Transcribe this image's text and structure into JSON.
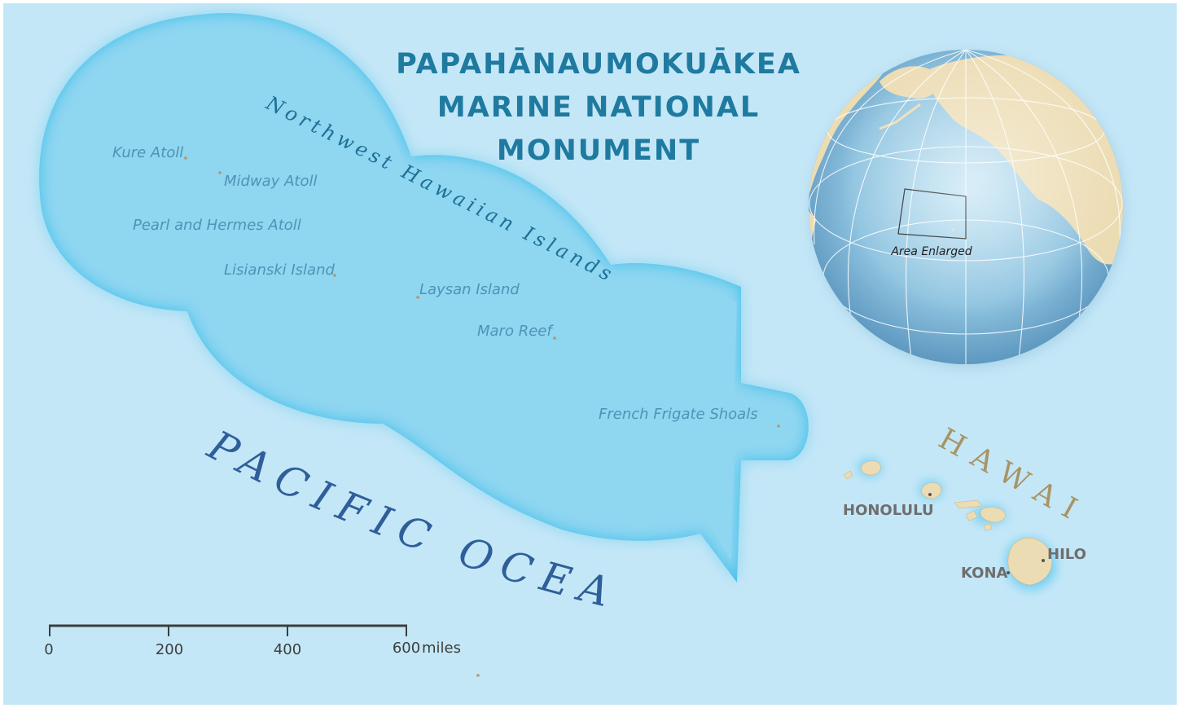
{
  "title": {
    "lines": [
      "PAPAHĀNAUMOKUĀKEA",
      "MARINE NATIONAL",
      "MONUMENT"
    ]
  },
  "region_label": "Northwest Hawaiian Islands",
  "islands": [
    {
      "id": "kure",
      "name": "Kure Atoll"
    },
    {
      "id": "midway",
      "name": "Midway Atoll"
    },
    {
      "id": "pearl-hermes",
      "name": "Pearl and Hermes Atoll"
    },
    {
      "id": "lisianski",
      "name": "Lisianski Island"
    },
    {
      "id": "laysan",
      "name": "Laysan Island"
    },
    {
      "id": "maro",
      "name": "Maro Reef"
    },
    {
      "id": "french-frigate",
      "name": "French Frigate Shoals"
    }
  ],
  "ocean_label": "PACIFIC OCEAN",
  "state_label": "HAWAII",
  "cities": [
    {
      "id": "honolulu",
      "name": "HONOLULU"
    },
    {
      "id": "hilo",
      "name": "HILO"
    },
    {
      "id": "kona",
      "name": "KONA"
    }
  ],
  "inset": {
    "label": "Area Enlarged"
  },
  "scale_bar": {
    "ticks": [
      "0",
      "200",
      "400",
      "600"
    ],
    "unit": "miles"
  },
  "colors": {
    "ocean": "#c4e7f7",
    "monument_area": "#8dd5f0",
    "monument_edge": "#3ebde9",
    "land": "#ecdcb3",
    "globe_ocean": "#8fc4e0",
    "title": "#1f7aa0"
  }
}
